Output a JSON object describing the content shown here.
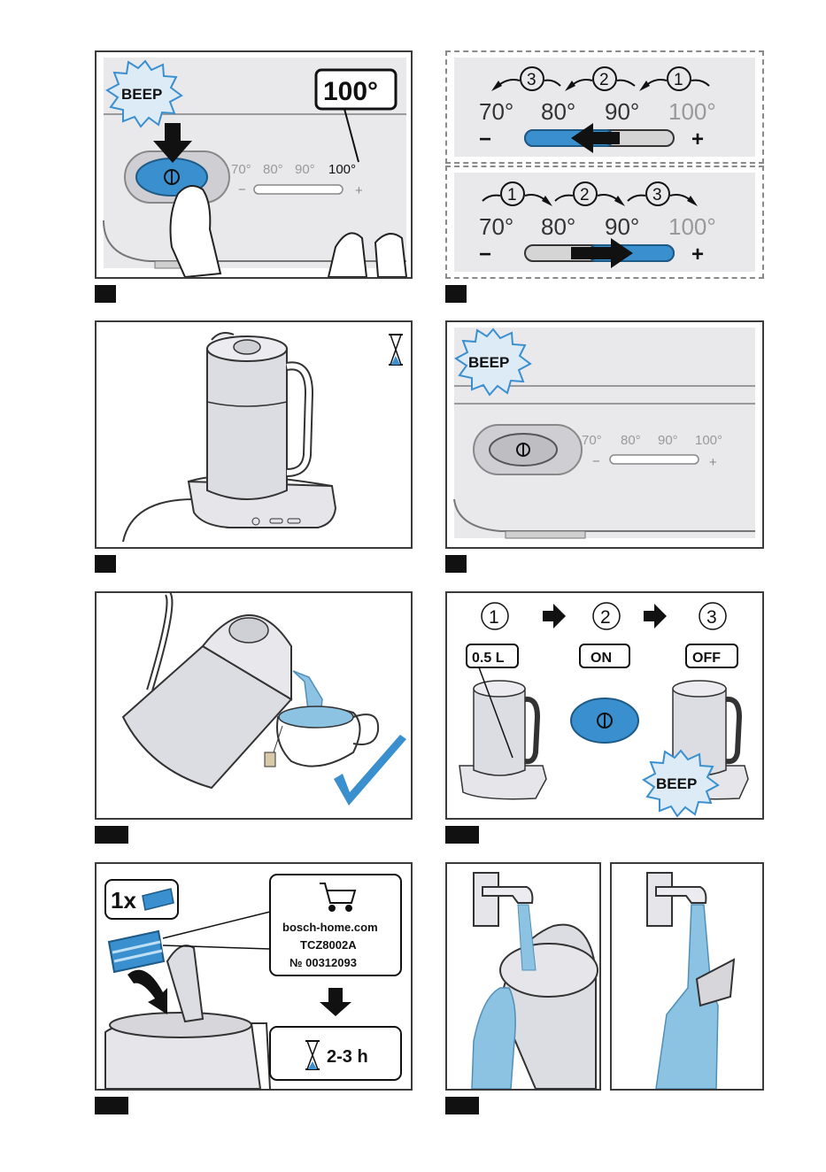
{
  "temps": [
    "70°",
    "80°",
    "90°",
    "100°"
  ],
  "panel1": {
    "beep": "BEEP",
    "selected_temp": "100°"
  },
  "panel2": {
    "order_top": [
      "3",
      "2",
      "1"
    ],
    "order_bottom": [
      "1",
      "2",
      "3"
    ],
    "minus": "−",
    "plus": "+"
  },
  "panel4": {
    "beep": "BEEP"
  },
  "panel6": {
    "steps": [
      "1",
      "2",
      "3"
    ],
    "volume": "0.5 L",
    "on": "ON",
    "off": "OFF",
    "beep": "BEEP"
  },
  "panel7": {
    "count": "1x",
    "website": "bosch-home.com",
    "model": "TCZ8002A",
    "number": "№ 00312093",
    "duration": "2-3 h"
  },
  "colors": {
    "accent": "#3a8fcf",
    "water": "#8cc3e3",
    "panel_bg": "#e9e9ec",
    "beep_bg": "#dcebf6"
  }
}
